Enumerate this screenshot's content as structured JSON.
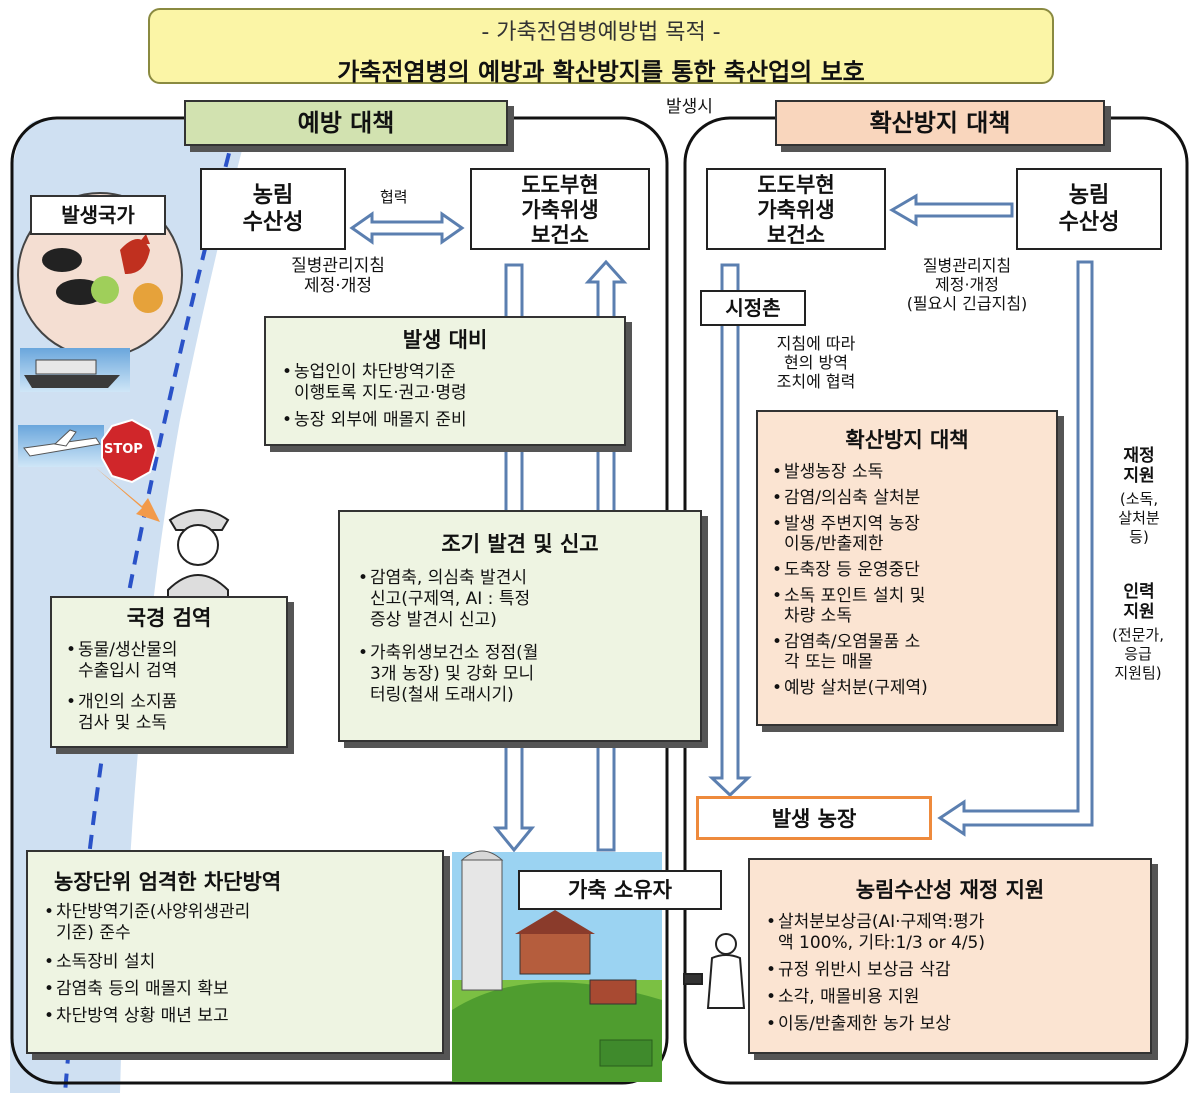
{
  "header": {
    "line1": "- 가축전염병예방법 목적 -",
    "line2": "가축전염병의 예방과 확산방지를 통한 축산업의 보호"
  },
  "occurrence_label": "발생시",
  "left": {
    "title": "예방 대책",
    "ministry": "농림\n수산성",
    "cooperation": "협력",
    "prefecture": "도도부현\n가축위생\n보건소",
    "guideline": "질병관리지침\n제정·개정",
    "outbreak_country": "발생국가",
    "stop_sign": "STOP",
    "prep": {
      "title": "발생 대비",
      "items": [
        "농업인이 차단방역기준\n이행토록 지도·권고·명령",
        "농장 외부에 매몰지 준비"
      ]
    },
    "early": {
      "title": "조기 발견 및 신고",
      "items": [
        "감염축, 의심축 발견시\n신고(구제역, AI : 특정\n증상 발견시 신고)",
        "가축위생보건소 정점(월\n3개 농장) 및 강화 모니\n터링(철새 도래시기)"
      ]
    },
    "border": {
      "title": "국경 검역",
      "items": [
        "동물/생산물의\n수출입시 검역",
        "개인의 소지품\n검사 및 소독"
      ]
    },
    "farm_biosecurity": {
      "title": "농장단위 엄격한 차단방역",
      "items": [
        "차단방역기준(사양위생관리\n기준) 준수",
        "소독장비 설치",
        "감염축 등의 매몰지 확보",
        "차단방역 상황 매년 보고"
      ]
    },
    "owner": "가축 소유자"
  },
  "right": {
    "title": "확산방지 대책",
    "prefecture": "도도부현\n가축위생\n보건소",
    "ministry": "농림\n수산성",
    "guideline": "질병관리지침\n제정·개정\n(필요시 긴급지침)",
    "municipality": "시정촌",
    "follow": "지침에 따라\n현의 방역\n조치에 협력",
    "spread": {
      "title": "확산방지 대책",
      "items": [
        "발생농장 소독",
        "감염/의심축 살처분",
        "발생 주변지역 농장\n이동/반출제한",
        "도축장 등 운영중단",
        "소독 포인트 설치 및\n차량 소독",
        "감염축/오염물품 소\n각 또는 매몰",
        "예방 살처분(구제역)"
      ]
    },
    "financial_support": "재정\n지원",
    "financial_detail": "(소독,\n살처분\n등)",
    "manpower_support": "인력\n지원",
    "manpower_detail": "(전문가,\n응급\n지원팀)",
    "farm": "발생 농장",
    "compensation": {
      "title": "농림수산성 재정 지원",
      "items": [
        "살처분보상금(AI·구제역:평가\n액 100%, 기타:1/3 or 4/5)",
        "규정 위반시 보상금 삭감",
        "소각, 매몰비용 지원",
        "이동/반출제한 농가 보상"
      ]
    }
  },
  "colors": {
    "header_bg": "#fbf5a6",
    "green_title": "#d2e2b0",
    "green_box": "#eef4e2",
    "peach_title": "#f9d6bd",
    "peach_box": "#fbe4d2",
    "arrow_blue": "#5b7fb0",
    "farm_border": "#ee8a3c",
    "sea": "#cfe0f2"
  }
}
